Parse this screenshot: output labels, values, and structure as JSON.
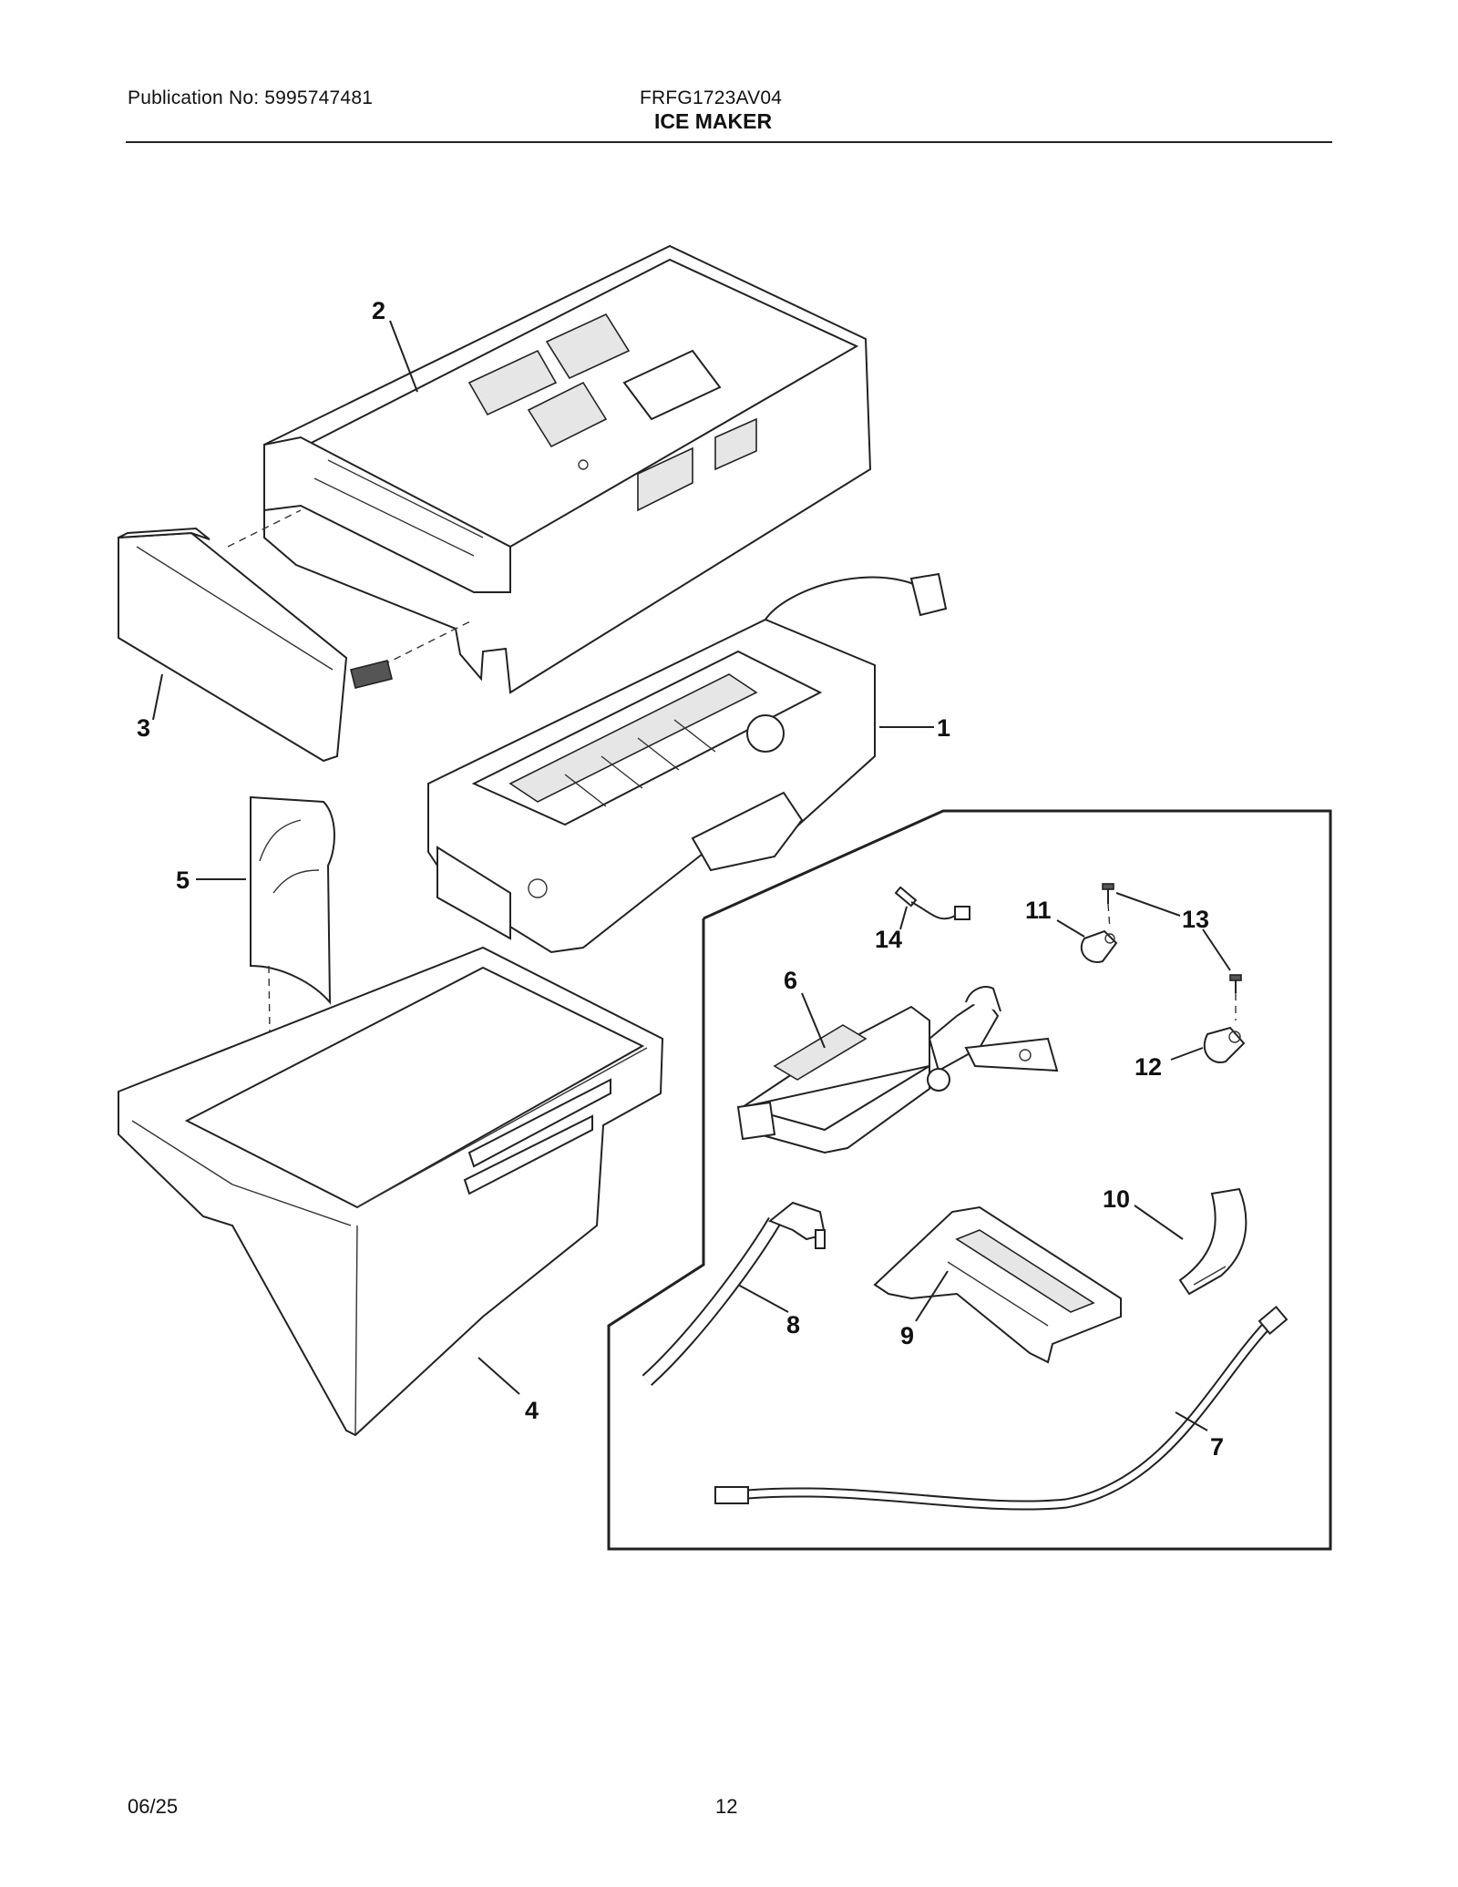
{
  "header": {
    "publication": "Publication No: 5995747481",
    "model": "FRFG1723AV04",
    "title": "ICE MAKER"
  },
  "callouts": [
    "1",
    "2",
    "3",
    "4",
    "5",
    "6",
    "7",
    "8",
    "9",
    "10",
    "11",
    "12",
    "13",
    "14"
  ],
  "footer": {
    "date": "06/25",
    "page": "12"
  }
}
